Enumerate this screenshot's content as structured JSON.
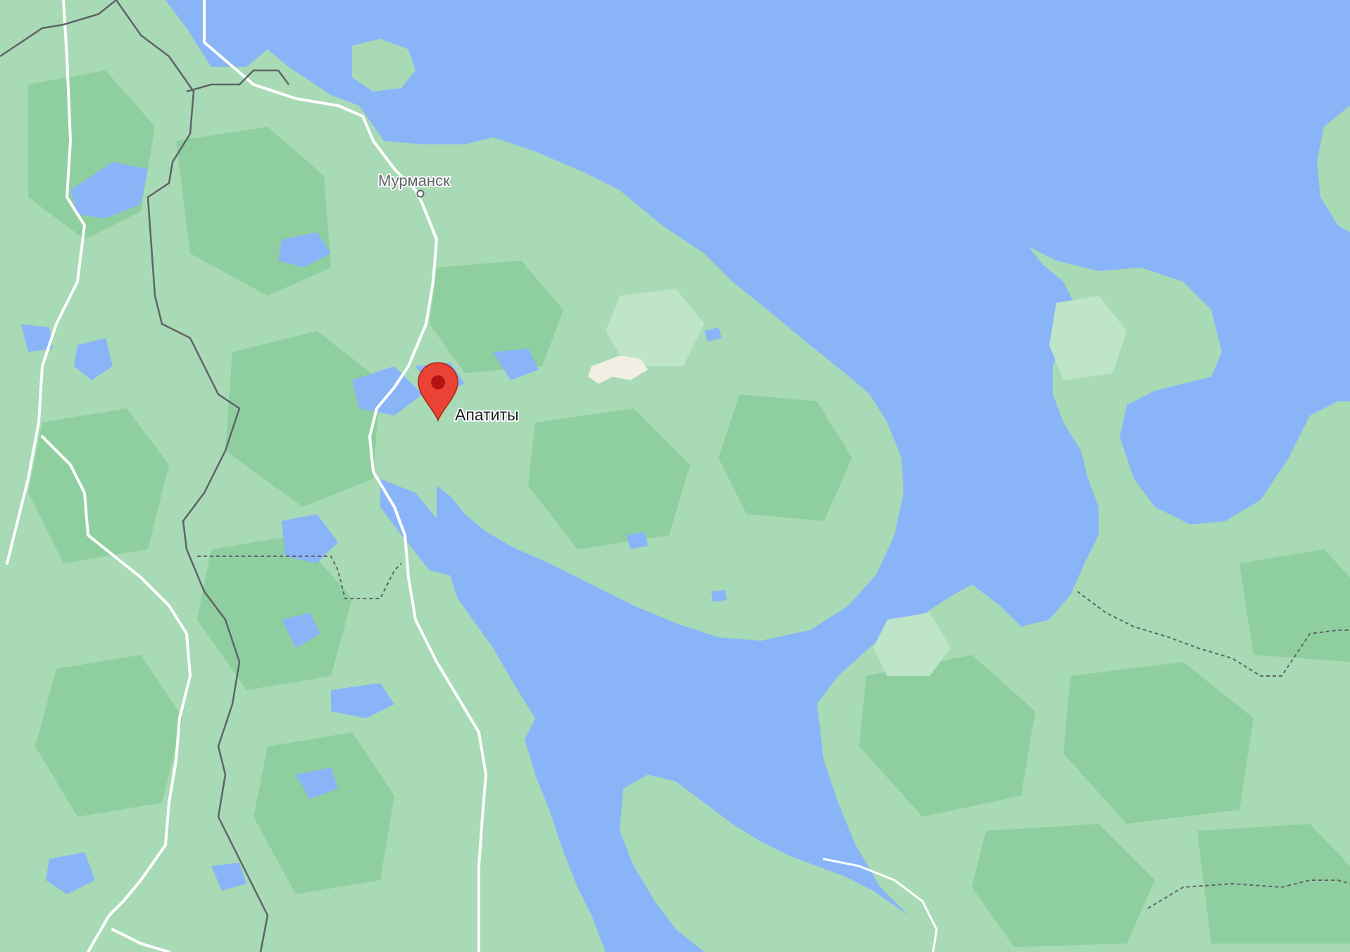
{
  "map": {
    "colors": {
      "water": "#8ab4f8",
      "land": "#a8dab5",
      "land_dark": "#8fcf9f",
      "land_light": "#bfe5c8",
      "road": "#ffffff",
      "border": "#5f6368",
      "sand": "#f1efe4",
      "pin": "#ea4335",
      "pin_dot": "#b31412"
    },
    "places": [
      {
        "name": "Мурманск",
        "kind": "city"
      }
    ],
    "marker": {
      "label": "Апатиты",
      "icon": "map-pin-icon"
    }
  }
}
